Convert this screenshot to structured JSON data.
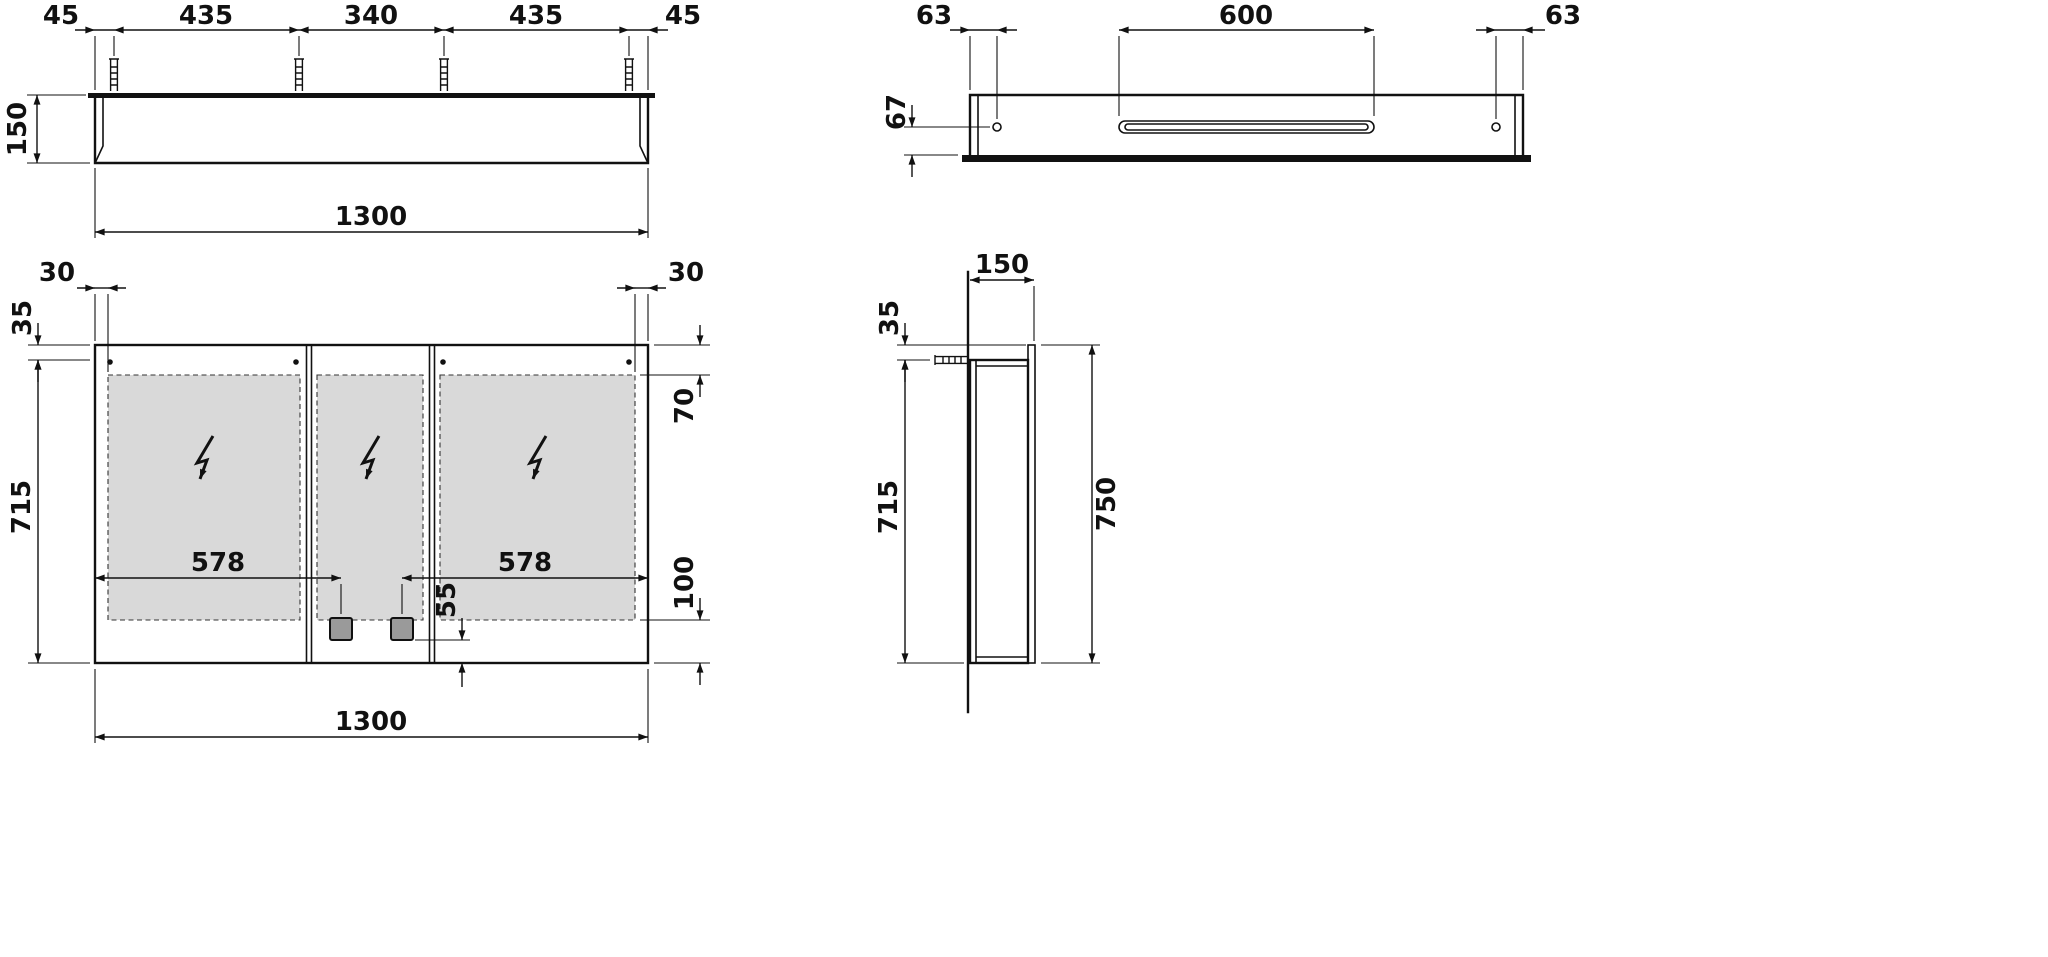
{
  "colors": {
    "line": "#111111",
    "mirror_fill": "#d9d9d9",
    "socket_fill": "#9a9a9a",
    "background": "#ffffff"
  },
  "icons": {
    "wall_plug": "wall-plug-icon",
    "flash": "flash-icon",
    "mounting_hole": "mounting-hole-icon"
  },
  "views": {
    "top": {
      "spacing_chain": [
        "45",
        "435",
        "340",
        "435",
        "45"
      ],
      "depth": "150",
      "width": "1300"
    },
    "bottom": {
      "hole_offset_left": "63",
      "slot_length": "600",
      "hole_offset_right": "63",
      "slot_to_front": "67"
    },
    "front": {
      "edge_inset_left": "30",
      "edge_inset_right": "30",
      "top_offset": "35",
      "carcass_height": "715",
      "mirror_top_inset": "70",
      "mirror_bottom_inset": "100",
      "mirror_width_left": "578",
      "mirror_width_right": "578",
      "socket_offset": "55",
      "width": "1300"
    },
    "side": {
      "depth": "150",
      "top_offset": "35",
      "carcass_height": "715",
      "total_height": "750"
    }
  }
}
